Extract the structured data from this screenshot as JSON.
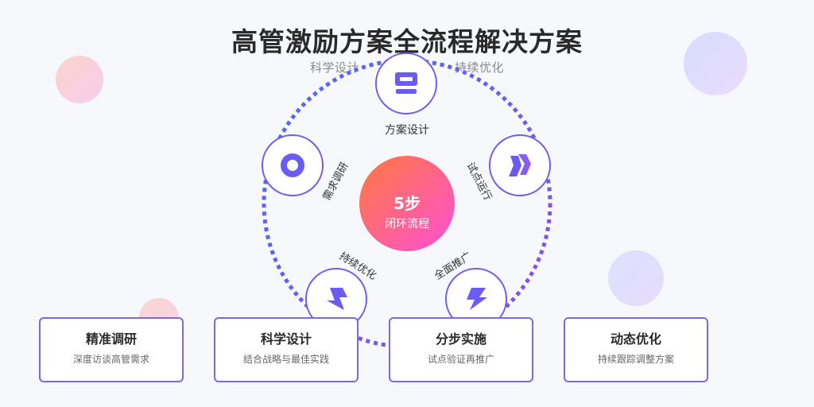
{
  "header": {
    "title": "高管激励方案全流程解决方案",
    "subtitle_left": "科学设计",
    "subtitle_right": "持续优化"
  },
  "core": {
    "steps": "5步",
    "caption": "闭环流程"
  },
  "nodes": [
    {
      "label": "方案设计",
      "icon": "stack-icon"
    },
    {
      "label": "需求调研",
      "icon": "ring-icon"
    },
    {
      "label": "试点运行",
      "icon": "lightning-icon"
    },
    {
      "label": "全面推广",
      "icon": "lightning-icon"
    },
    {
      "label": "持续优化",
      "icon": "lightning-icon"
    }
  ],
  "cards": [
    {
      "title": "精准调研",
      "desc": "深度访谈高管需求"
    },
    {
      "title": "科学设计",
      "desc": "结合战略与最佳实践"
    },
    {
      "title": "分步实施",
      "desc": "试点验证再推广"
    },
    {
      "title": "动态优化",
      "desc": "持续跟踪调整方案"
    }
  ],
  "colors": {
    "accent_start": "#4a6cf7",
    "accent_end": "#8b4fe6",
    "core_start": "#ff7a3d",
    "core_end": "#ff4fd6"
  }
}
